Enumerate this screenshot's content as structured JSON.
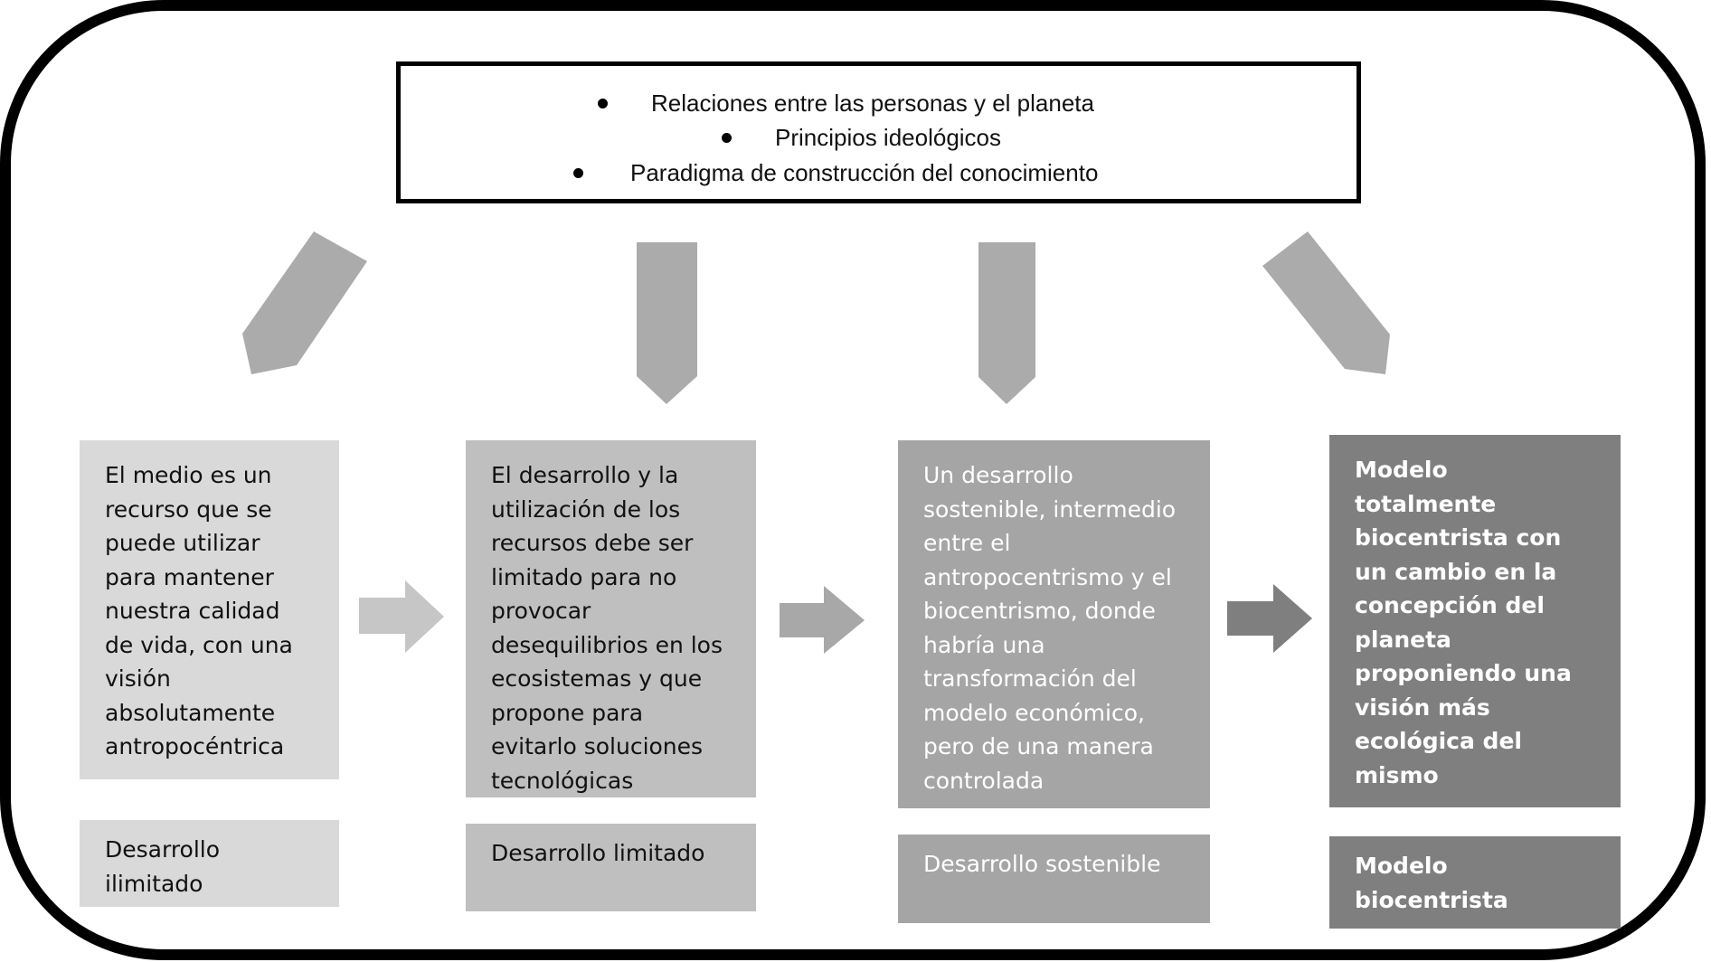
{
  "header": {
    "bullets": [
      "Relaciones entre las personas y el planeta",
      "Principios ideológicos",
      "Paradigma de construcción del conocimiento"
    ]
  },
  "colors": {
    "frame_border": "#000000",
    "box1": "#d9d9d9",
    "box2": "#bfbfbf",
    "box3": "#a5a5a5",
    "box4": "#7f7f7f",
    "down_arrows": "#ababab",
    "arrow1": "#c6c6c6",
    "arrow2": "#a8a8a8",
    "arrow3": "#7f7f7f"
  },
  "columns": [
    {
      "description": "El medio es un recurso que se puede utilizar para mantener nuestra calidad de vida, con una visión absolutamente antropocéntrica",
      "label": "Desarrollo ilimitado"
    },
    {
      "description": "El desarrollo y la utilización de los recursos debe ser limitado para no provocar desequilibrios en los ecosistemas y que propone para evitarlo soluciones tecnológicas",
      "label": "Desarrollo limitado"
    },
    {
      "description": "Un desarrollo sostenible, intermedio entre el antropocentrismo y el biocentrismo, donde habría una transformación del modelo económico, pero de una manera controlada",
      "label": "Desarrollo sostenible"
    },
    {
      "description": "Modelo totalmente biocentrista con un cambio en la concepción del planeta proponiendo una visión más ecológica del mismo",
      "label": "Modelo biocentrista"
    }
  ]
}
